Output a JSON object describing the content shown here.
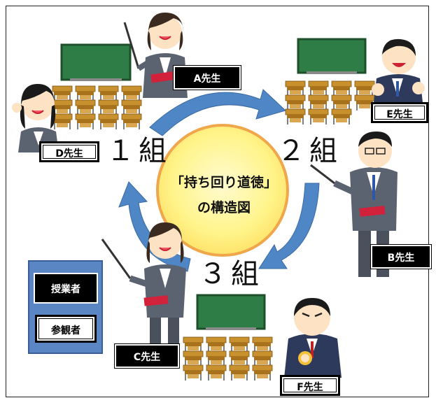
{
  "center": {
    "line1": "「持ち回り道徳」",
    "line2": "の構造図"
  },
  "classes": {
    "kumi1": "１組",
    "kumi2": "２組",
    "kumi3": "３組"
  },
  "teachers": {
    "a": "A先生",
    "b": "B先生",
    "c": "C先生",
    "d": "D先生",
    "e": "E先生",
    "f": "F先生"
  },
  "legend": {
    "teaching": "授業者",
    "observer": "参観者"
  },
  "colors": {
    "arrow": "#4f86c6",
    "circle_fill": "#fff79c",
    "circle_border": "#f0a64a",
    "blackboard": "#2f7d46",
    "desk": "#c9902e",
    "suit": "#5b6270",
    "legend_bg": "#5b86c4"
  }
}
